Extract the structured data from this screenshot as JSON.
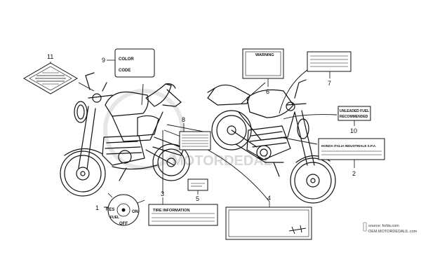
{
  "callouts": {
    "c1": "1",
    "c2": "2",
    "c3": "3",
    "c4": "4",
    "c5": "5",
    "c6": "6",
    "c7": "7",
    "c8": "8",
    "c9": "9",
    "c10": "10",
    "c11": "11"
  },
  "labels": {
    "color_code_line1": "COLOR",
    "color_code_line2": "CODE",
    "warning": "WARNING",
    "unleaded_line1": "UNLEADED FUEL",
    "unleaded_line2": "RECOMMENDED",
    "honda_italia": "HONDA ITALIA INDUSTRIALE S.P.A.",
    "tire_information": "TIRE INFORMATION",
    "fuel_res": "RES",
    "fuel_on": "ON",
    "fuel_fuel": "FUEL",
    "fuel_off": "OFF"
  },
  "watermark": {
    "text": "MOTORDEDAL",
    "source_line1": "source: fo/da.com",
    "source_line2": "OEM.MOTORDEDALIL.com"
  }
}
